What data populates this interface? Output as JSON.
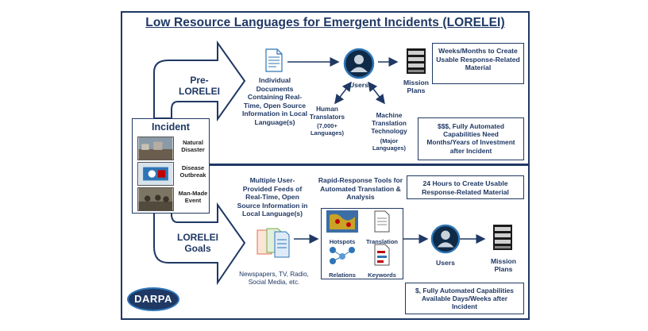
{
  "title": "Low Resource Languages for Emergent Incidents (LORELEI)",
  "pre": {
    "arrow_label": "Pre-\nLORELEI",
    "documents": "Individual Documents Containing Real-Time, Open Source Information in Local Language(s)",
    "users": "Users",
    "mission_plans": "Mission Plans",
    "human_translators": "Human Translators",
    "human_translators_sub": "(7,000+ Languages)",
    "machine_translation": "Machine Translation Technology",
    "machine_translation_sub": "(Major Languages)",
    "box_top": "Weeks/Months to Create Usable Response-Related Material",
    "box_mid": "$$$, Fully Automated Capabilities Need Months/Years of Investment after Incident"
  },
  "incident": {
    "title": "Incident",
    "items": [
      "Natural Disaster",
      "Disease Outbreak",
      "Man-Made Event"
    ]
  },
  "goals": {
    "arrow_label": "LORELEI\nGoals",
    "feeds": "Multiple User-Provided Feeds of Real-Time, Open Source Information in Local Language(s)",
    "sources": "Newspapers, TV, Radio, Social Media, etc.",
    "tools_title": "Rapid-Response Tools for Automated Translation & Analysis",
    "tools": [
      "Hotspots",
      "Translation",
      "Relations",
      "Keywords"
    ],
    "users": "Users",
    "mission_plans": "Mission Plans",
    "box_top": "24 Hours to Create Usable Response-Related Material",
    "box_bottom": "$, Fully Automated Capabilities Available Days/Weeks after Incident"
  },
  "logo": "DARPA",
  "colors": {
    "navy": "#1f3864",
    "accent": "#2e75b6"
  },
  "icons": [
    "document-icon",
    "user-icon",
    "server-icon",
    "map-icon",
    "network-icon"
  ]
}
